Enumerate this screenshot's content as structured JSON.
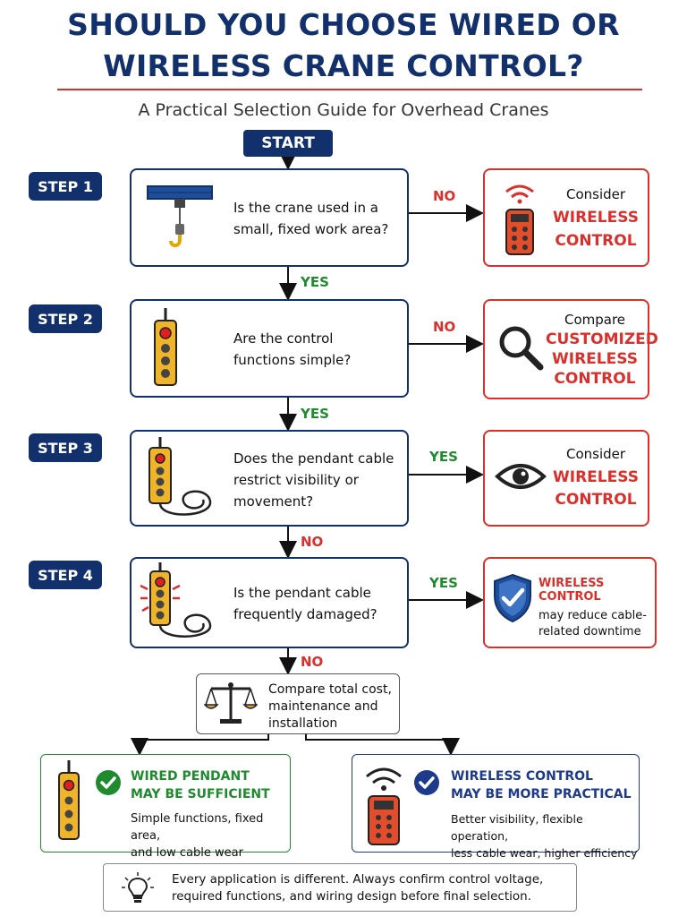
{
  "header": {
    "title_line1": "SHOULD YOU CHOOSE WIRED OR",
    "title_line2": "WIRELESS CRANE CONTROL?",
    "subtitle": "A Practical Selection Guide for Overhead Cranes"
  },
  "start_label": "START",
  "steps": [
    {
      "label": "STEP 1",
      "question": [
        "Is the crane used in a",
        "small, fixed work area?"
      ],
      "branch": "NO",
      "next": "YES",
      "result": {
        "small": "Consider",
        "big": [
          "WIRELESS",
          "CONTROL"
        ],
        "icon": "wireless-remote-icon"
      }
    },
    {
      "label": "STEP 2",
      "question": [
        "Are the control",
        "functions simple?"
      ],
      "branch": "NO",
      "next": "YES",
      "result": {
        "small": "Compare",
        "big": [
          "CUSTOMIZED",
          "WIRELESS",
          "CONTROL"
        ],
        "icon": "magnifier-icon"
      }
    },
    {
      "label": "STEP 3",
      "question": [
        "Does the pendant cable",
        "restrict visibility or",
        "movement?"
      ],
      "branch": "YES",
      "next": "NO",
      "result": {
        "small": "Consider",
        "big": [
          "WIRELESS",
          "CONTROL"
        ],
        "icon": "eye-icon"
      }
    },
    {
      "label": "STEP 4",
      "question": [
        "Is the pendant cable",
        "frequently damaged?"
      ],
      "branch": "YES",
      "next": "NO",
      "result": {
        "big": [
          "WIRELESS CONTROL"
        ],
        "detail": [
          "may reduce cable-",
          "related downtime"
        ],
        "icon": "shield-check-icon"
      }
    }
  ],
  "compare": {
    "lines": [
      "Compare total cost,",
      "maintenance and",
      "installation"
    ],
    "icon": "scale-icon"
  },
  "outcomes": [
    {
      "title": [
        "WIRED PENDANT",
        "MAY BE SUFFICIENT"
      ],
      "body": [
        "Simple functions, fixed area,",
        "and low cable wear"
      ],
      "color": "#1f8a2e",
      "icon": "pendant-icon"
    },
    {
      "title": [
        "WIRELESS CONTROL",
        "MAY BE MORE PRACTICAL"
      ],
      "body": [
        "Better visibility, flexible operation,",
        "less cable wear, higher efficiency"
      ],
      "color": "#1e3a8a",
      "icon": "wireless-remote-icon"
    }
  ],
  "note": {
    "lines": [
      "Every application is different. Always confirm control voltage,",
      "required functions, and wiring design before final selection."
    ],
    "icon": "lightbulb-icon"
  },
  "colors": {
    "navy": "#12306b",
    "red": "#d9302c",
    "green": "#1f8a2e",
    "blue": "#1e3a8a",
    "yellow": "#f0b429"
  }
}
